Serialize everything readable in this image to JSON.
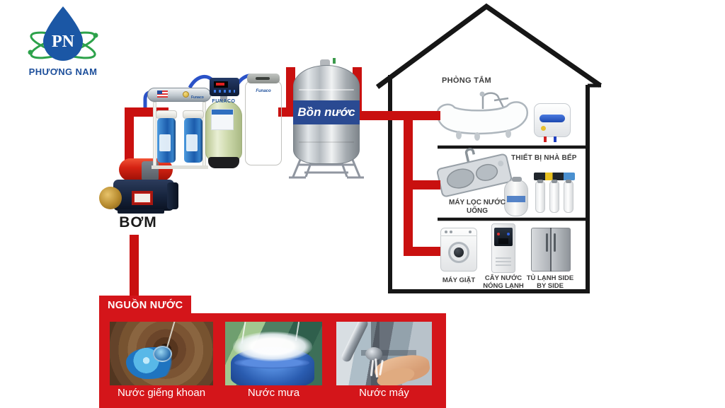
{
  "logo": {
    "initials": "PN",
    "company": "PHƯƠNG NAM"
  },
  "system": {
    "pump_label": "BƠM",
    "storage_tank_label": "Bồn nước",
    "frp_tank_brand": "FUNACO",
    "filter_brand": "Funaco",
    "softener_brand": "Funaco"
  },
  "house": {
    "bathroom_label": "PHÒNG TẮM",
    "kitchen_label": "THIẾT BỊ NHÀ BẾP",
    "ro_label": "MÁY LỌC NƯỚC UỐNG",
    "washer_label": "MÁY GIẶT",
    "dispenser_label": "CÂY NƯỚC NÓNG LẠNH",
    "fridge_label": "TỦ LẠNH SIDE BY SIDE"
  },
  "source": {
    "title": "NGUỒN NƯỚC",
    "items": [
      {
        "label": "Nước giếng khoan"
      },
      {
        "label": "Nước mưa"
      },
      {
        "label": "Nước máy"
      }
    ]
  },
  "colors": {
    "pipe_red": "#c9100f",
    "box_red": "#d4151a",
    "outline_black": "#161616",
    "tank_band_blue": "#2a4a92",
    "pipe_blue": "#2a52c8",
    "logo_blue": "#1d4f9b",
    "logo_green": "#2da24b"
  }
}
